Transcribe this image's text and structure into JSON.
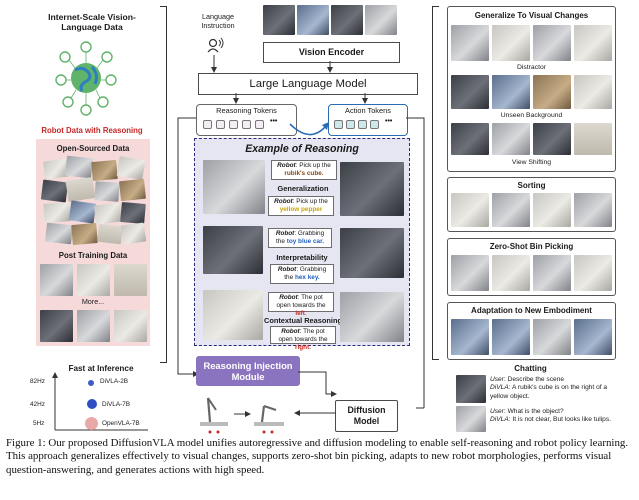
{
  "left_panel": {
    "internet_data_title": "Internet-Scale Vision-Language Data",
    "robot_data_label": "Robot Data with Reasoning",
    "open_sourced_title": "Open-Sourced Data",
    "post_training_title": "Post Training Data",
    "more_label": "More..."
  },
  "inference": {
    "title": "Fast at Inference",
    "rows": [
      {
        "hz": "82Hz",
        "model": "DiVLA-2B",
        "color": "#3d5fc4"
      },
      {
        "hz": "42Hz",
        "model": "DiVLA-7B",
        "color": "#2f4fc2"
      },
      {
        "hz": "5Hz",
        "model": "OpenVLA-7B",
        "color": "#e9a8a8"
      }
    ]
  },
  "center": {
    "language_instruction": "Language Instruction",
    "vision_encoder": "Vision Encoder",
    "llm": "Large Language Model",
    "reasoning_tokens": "Reasoning Tokens",
    "action_tokens": "Action Tokens",
    "ellipsis": "•••",
    "example_title": "Example of Reasoning",
    "sections": [
      {
        "label": "Generalization",
        "left_bubble": {
          "robot": "Robot",
          "text": ": Pick up the",
          "highlight": "rubik's cube.",
          "color": "#8b4513",
          "suffix": ""
        },
        "right_bubble": {
          "robot": "Robot",
          "text": ": Pick up the",
          "highlight": "yellow pepper",
          "color": "#c9a200",
          "suffix": ""
        }
      },
      {
        "label": "Interpretability",
        "left_bubble": {
          "robot": "Robot",
          "text": ": Grabbing the",
          "highlight": "toy blue car.",
          "color": "#1f5fbf",
          "suffix": ""
        },
        "right_bubble": {
          "robot": "Robot",
          "text": ": Grabbing the",
          "highlight": "hex key.",
          "color": "#1f5fbf",
          "suffix": ""
        }
      },
      {
        "label": "Contextual Reasoning",
        "left_bubble": {
          "robot": "Robot",
          "text": ": The pot open towards the",
          "highlight": "left",
          "color": "#d0281f",
          "suffix": "."
        },
        "right_bubble": {
          "robot": "Robot",
          "text": ": The pot open towards the",
          "highlight": "right",
          "color": "#d0281f",
          "suffix": "."
        }
      }
    ],
    "injection_module": "Reasoning Injection Module",
    "diffusion_model": "Diffusion Model"
  },
  "right_panel": {
    "generalize_title": "Generalize To Visual Changes",
    "distractor": "Distractor",
    "unseen_background": "Unseen Background",
    "view_shifting": "View Shifting",
    "sorting": "Sorting",
    "zero_shot": "Zero-Shot Bin Picking",
    "adaptation": "Adaptation to New Embodiment",
    "chatting": "Chatting",
    "chat1": {
      "user_label": "User",
      "user_text": ": Describe the scene",
      "model_label": "DiVLA",
      "model_text": ": A rubik's cube is on the right of a yellow object."
    },
    "chat2": {
      "user_label": "User",
      "user_text": ": What is the object?",
      "model_label": "DiVLA",
      "model_text": ": It is not clear, But looks like tulips."
    }
  },
  "caption": {
    "prefix": "Figure 1:",
    "text": " Our proposed DiffusionVLA model unifies autoregressive and diffusion modeling to enable self-reasoning and robot policy learning. This approach generalizes effectively to visual changes, supports zero-shot bin picking, adapts to new robot morphologies, performs visual question-answering, and generates actions with high speed."
  },
  "colors": {
    "pink_bg": "#f6dada",
    "example_bg": "#e6e6f3",
    "injection_bg": "#8a74bf",
    "action_border": "#2a6cb3"
  }
}
